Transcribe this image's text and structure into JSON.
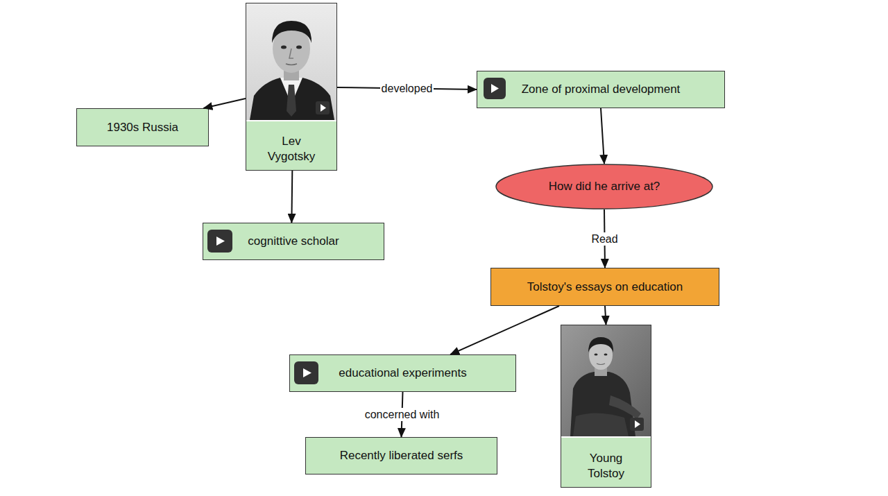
{
  "diagram": {
    "nodes": [
      {
        "text": [
          "Lev Vygotsky"
        ]
      },
      {
        "text": [
          "Zone of proximal development"
        ]
      },
      {
        "text": [
          "1930s Russia"
        ]
      },
      {
        "text": [
          "How did he arrive at?"
        ]
      },
      {
        "text": [
          "cognittive scholar"
        ]
      },
      {
        "text": [
          "Tolstoy's essays on education"
        ]
      },
      {
        "text": [
          "educational experiments"
        ]
      },
      {
        "text": [
          "Young Tolstoy"
        ]
      },
      {
        "text": [
          "Recently liberated serfs"
        ]
      }
    ],
    "edges": [
      {
        "from": 0,
        "to": 2,
        "arrow": "to"
      },
      {
        "from": 0,
        "to": 1,
        "label": "developed",
        "arrow": "to"
      },
      {
        "from": 0,
        "to": 4,
        "arrow": "to"
      },
      {
        "from": 1,
        "to": 3,
        "arrow": "to"
      },
      {
        "from": 3,
        "to": 5,
        "label": "Read",
        "arrow": "to"
      },
      {
        "from": 5,
        "to": 6,
        "arrow": "to"
      },
      {
        "from": 5,
        "to": 7,
        "arrow": "to"
      },
      {
        "from": 6,
        "to": 8,
        "label": "concerned with",
        "arrow": "to"
      }
    ]
  }
}
